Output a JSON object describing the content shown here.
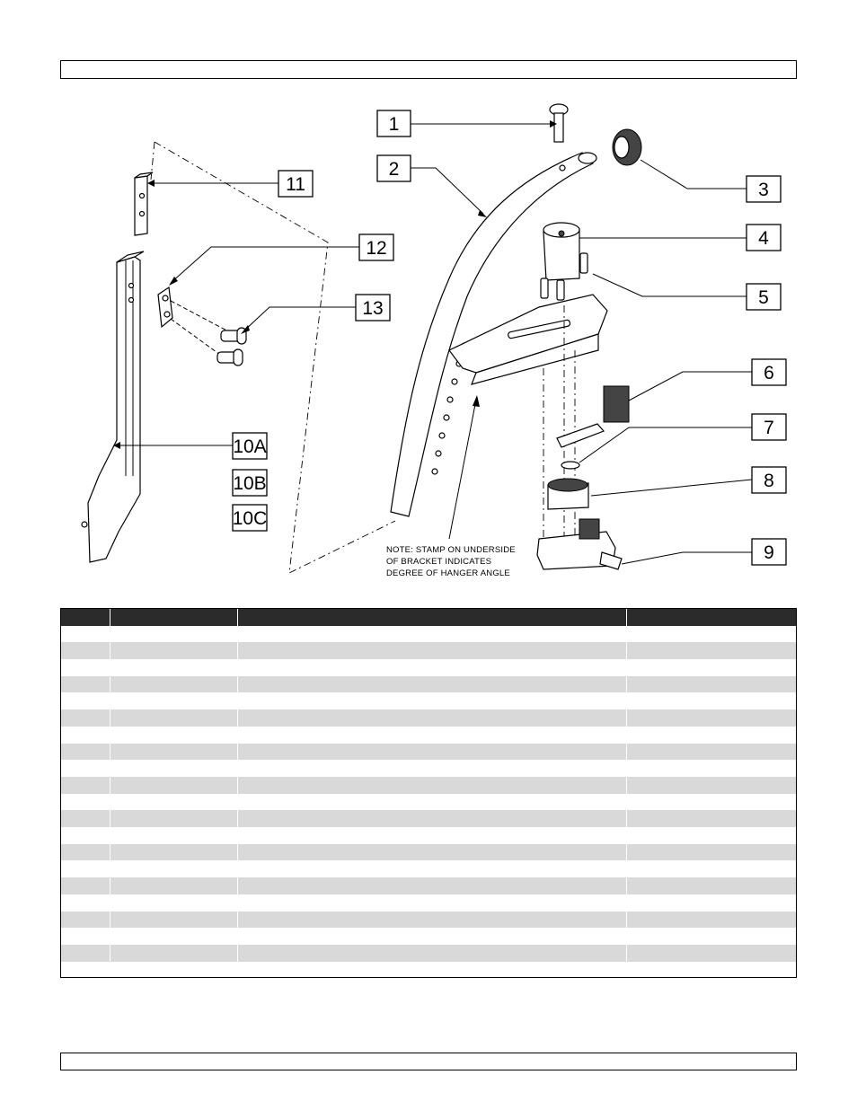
{
  "callouts": {
    "c1": "1",
    "c2": "2",
    "c3": "3",
    "c4": "4",
    "c5": "5",
    "c6": "6",
    "c7": "7",
    "c8": "8",
    "c9": "9",
    "c10a": "10A",
    "c10b": "10B",
    "c10c": "10C",
    "c11": "11",
    "c12": "12",
    "c13": "13"
  },
  "note": {
    "line1": "NOTE: STAMP ON UNDERSIDE",
    "line2": "OF BRACKET INDICATES",
    "line3": "DEGREE OF HANGER ANGLE"
  }
}
